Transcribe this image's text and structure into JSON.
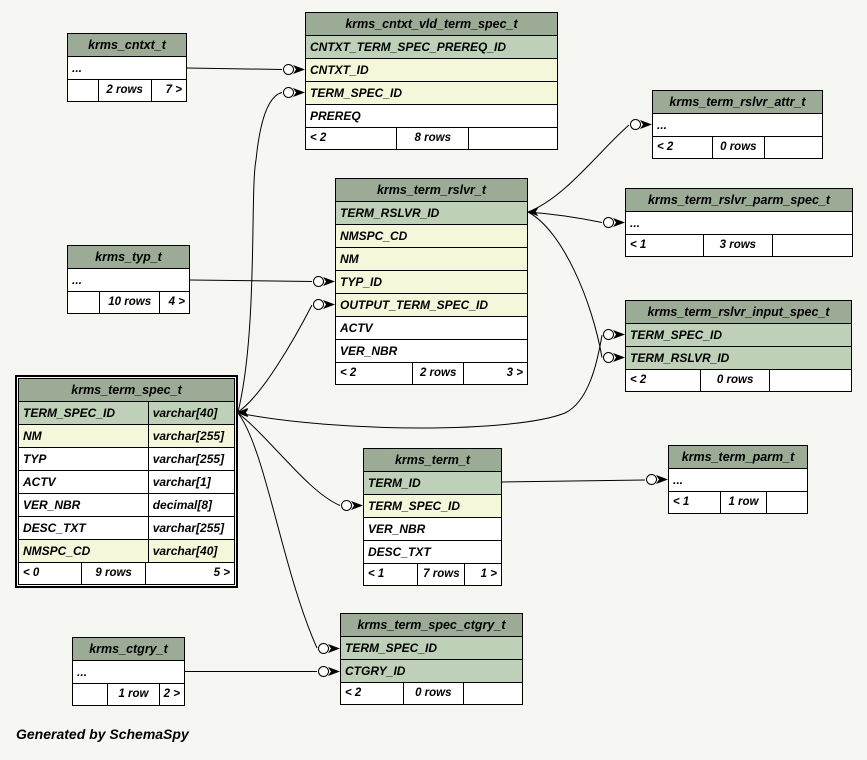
{
  "colors": {
    "background": "#f6f6f2",
    "table_header": "#9bab96",
    "primary_key_row": "#bed1b8",
    "indexed_row": "#f4f7da",
    "plain_row": "#ffffff",
    "border": "#000000"
  },
  "footer_note": "Generated by SchemaSpy",
  "tables": [
    {
      "id": "cntxt",
      "name": "krms_cntxt_t",
      "highlighted": false,
      "columns": [
        {
          "name": "...",
          "style": "plain"
        }
      ],
      "footer": {
        "left": "",
        "center": "2 rows",
        "right": "7 >"
      }
    },
    {
      "id": "cntxt_vld",
      "name": "krms_cntxt_vld_term_spec_t",
      "highlighted": false,
      "columns": [
        {
          "name": "CNTXT_TERM_SPEC_PREREQ_ID",
          "style": "pk"
        },
        {
          "name": "CNTXT_ID",
          "style": "indexed"
        },
        {
          "name": "TERM_SPEC_ID",
          "style": "indexed"
        },
        {
          "name": "PREREQ",
          "style": "plain"
        }
      ],
      "footer": {
        "left": "< 2",
        "center": "8 rows",
        "right": ""
      }
    },
    {
      "id": "rslvr_attr",
      "name": "krms_term_rslvr_attr_t",
      "highlighted": false,
      "columns": [
        {
          "name": "...",
          "style": "plain"
        }
      ],
      "footer": {
        "left": "< 2",
        "center": "0 rows",
        "right": ""
      }
    },
    {
      "id": "rslvr_parm_spec",
      "name": "krms_term_rslvr_parm_spec_t",
      "highlighted": false,
      "columns": [
        {
          "name": "...",
          "style": "plain"
        }
      ],
      "footer": {
        "left": "< 1",
        "center": "3 rows",
        "right": ""
      }
    },
    {
      "id": "rslvr",
      "name": "krms_term_rslvr_t",
      "highlighted": false,
      "columns": [
        {
          "name": "TERM_RSLVR_ID",
          "style": "pk"
        },
        {
          "name": "NMSPC_CD",
          "style": "indexed"
        },
        {
          "name": "NM",
          "style": "indexed"
        },
        {
          "name": "TYP_ID",
          "style": "indexed"
        },
        {
          "name": "OUTPUT_TERM_SPEC_ID",
          "style": "indexed"
        },
        {
          "name": "ACTV",
          "style": "plain"
        },
        {
          "name": "VER_NBR",
          "style": "plain"
        }
      ],
      "footer": {
        "left": "< 2",
        "center": "2 rows",
        "right": "3 >"
      }
    },
    {
      "id": "typ",
      "name": "krms_typ_t",
      "highlighted": false,
      "columns": [
        {
          "name": "...",
          "style": "plain"
        }
      ],
      "footer": {
        "left": "",
        "center": "10 rows",
        "right": "4 >"
      }
    },
    {
      "id": "rslvr_input_spec",
      "name": "krms_term_rslvr_input_spec_t",
      "highlighted": false,
      "columns": [
        {
          "name": "TERM_SPEC_ID",
          "style": "pk"
        },
        {
          "name": "TERM_RSLVR_ID",
          "style": "pk"
        }
      ],
      "footer": {
        "left": "< 2",
        "center": "0 rows",
        "right": ""
      }
    },
    {
      "id": "term_spec",
      "name": "krms_term_spec_t",
      "highlighted": true,
      "columns": [
        {
          "name": "TERM_SPEC_ID",
          "type": "varchar[40]",
          "style": "pk"
        },
        {
          "name": "NM",
          "type": "varchar[255]",
          "style": "indexed"
        },
        {
          "name": "TYP",
          "type": "varchar[255]",
          "style": "plain"
        },
        {
          "name": "ACTV",
          "type": "varchar[1]",
          "style": "plain"
        },
        {
          "name": "VER_NBR",
          "type": "decimal[8]",
          "style": "plain"
        },
        {
          "name": "DESC_TXT",
          "type": "varchar[255]",
          "style": "plain"
        },
        {
          "name": "NMSPC_CD",
          "type": "varchar[40]",
          "style": "indexed"
        }
      ],
      "footer": {
        "left": "< 0",
        "center": "9 rows",
        "right": "5 >"
      }
    },
    {
      "id": "term",
      "name": "krms_term_t",
      "highlighted": false,
      "columns": [
        {
          "name": "TERM_ID",
          "style": "pk"
        },
        {
          "name": "TERM_SPEC_ID",
          "style": "indexed"
        },
        {
          "name": "VER_NBR",
          "style": "plain"
        },
        {
          "name": "DESC_TXT",
          "style": "plain"
        }
      ],
      "footer": {
        "left": "< 1",
        "center": "7 rows",
        "right": "1 >"
      }
    },
    {
      "id": "term_parm",
      "name": "krms_term_parm_t",
      "highlighted": false,
      "columns": [
        {
          "name": "...",
          "style": "plain"
        }
      ],
      "footer": {
        "left": "< 1",
        "center": "1 row",
        "right": ""
      }
    },
    {
      "id": "ctgry",
      "name": "krms_ctgry_t",
      "highlighted": false,
      "columns": [
        {
          "name": "...",
          "style": "plain"
        }
      ],
      "footer": {
        "left": "",
        "center": "1 row",
        "right": "2 >"
      }
    },
    {
      "id": "term_spec_ctgry",
      "name": "krms_term_spec_ctgry_t",
      "highlighted": false,
      "columns": [
        {
          "name": "TERM_SPEC_ID",
          "style": "pk"
        },
        {
          "name": "CTGRY_ID",
          "style": "pk"
        }
      ],
      "footer": {
        "left": "< 2",
        "center": "0 rows",
        "right": ""
      }
    }
  ],
  "relationships": [
    {
      "from": "krms_cntxt_t",
      "to": "krms_cntxt_vld_term_spec_t",
      "to_column": "CNTXT_ID"
    },
    {
      "from": "krms_term_spec_t",
      "to": "krms_cntxt_vld_term_spec_t",
      "to_column": "TERM_SPEC_ID"
    },
    {
      "from": "krms_term_rslvr_t",
      "to": "krms_term_rslvr_attr_t",
      "to_column": "..."
    },
    {
      "from": "krms_term_rslvr_t",
      "to": "krms_term_rslvr_parm_spec_t",
      "to_column": "..."
    },
    {
      "from": "krms_term_rslvr_t",
      "to": "krms_term_rslvr_input_spec_t",
      "to_column": "TERM_RSLVR_ID"
    },
    {
      "from": "krms_typ_t",
      "to": "krms_term_rslvr_t",
      "to_column": "TYP_ID"
    },
    {
      "from": "krms_term_spec_t",
      "to": "krms_term_rslvr_t",
      "to_column": "OUTPUT_TERM_SPEC_ID"
    },
    {
      "from": "krms_term_spec_t",
      "to": "krms_term_rslvr_input_spec_t",
      "to_column": "TERM_SPEC_ID"
    },
    {
      "from": "krms_term_spec_t",
      "to": "krms_term_t",
      "to_column": "TERM_SPEC_ID"
    },
    {
      "from": "krms_term_spec_t",
      "to": "krms_term_spec_ctgry_t",
      "to_column": "TERM_SPEC_ID"
    },
    {
      "from": "krms_term_t",
      "to": "krms_term_parm_t",
      "to_column": "..."
    },
    {
      "from": "krms_ctgry_t",
      "to": "krms_term_spec_ctgry_t",
      "to_column": "CTGRY_ID"
    }
  ]
}
